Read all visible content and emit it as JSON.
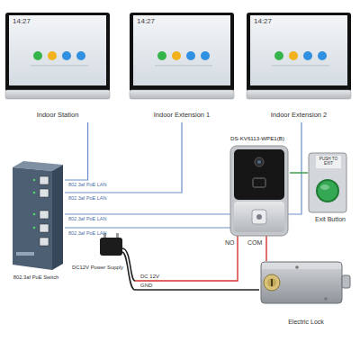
{
  "diagram": {
    "nodes": [
      {
        "text": [
          "14:27",
          "Indoor Station"
        ]
      },
      {
        "text": [
          "14:27",
          "Indoor Extension 1"
        ]
      },
      {
        "text": [
          "14:27",
          "Indoor Extension 2"
        ]
      },
      {
        "text": [
          "802.3af PoE Switch"
        ]
      },
      {
        "text": [
          "DS-KV6113-WPE1(B)"
        ]
      },
      {
        "text": [
          "PUSH TO EXIT",
          "Exit Button"
        ]
      },
      {
        "text": [
          "DC12V Power Supply"
        ]
      },
      {
        "text": [
          "Electric Lock"
        ]
      }
    ],
    "edges": [
      {
        "from": 3,
        "to": 0,
        "arrow": "none",
        "label": "802.3af PoE LAN"
      },
      {
        "from": 3,
        "to": 1,
        "arrow": "none",
        "label": "802.3af PoE LAN"
      },
      {
        "from": 3,
        "to": 2,
        "arrow": "none",
        "label": "802.3af PoE LAN"
      },
      {
        "from": 3,
        "to": 4,
        "arrow": "none",
        "label": "802.3af PoE LAN"
      },
      {
        "from": 4,
        "to": 5,
        "arrow": "none"
      },
      {
        "from": 6,
        "to": 4,
        "arrow": "none",
        "label": "DC 12V"
      },
      {
        "from": 6,
        "to": 7,
        "arrow": "none",
        "label": "GND"
      },
      {
        "from": 4,
        "to": 7,
        "arrow": "none"
      }
    ],
    "labels": [
      "NO",
      "COM"
    ]
  }
}
